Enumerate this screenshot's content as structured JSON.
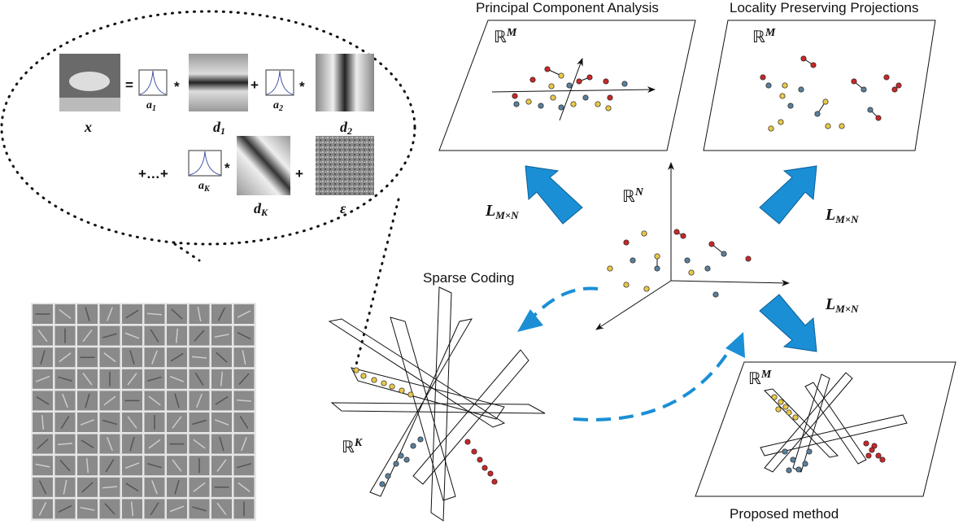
{
  "titles": {
    "pca": "Principal Component Analysis",
    "lpp": "Locality Preserving Projections",
    "sparse": "Sparse Coding",
    "proposed": "Proposed method"
  },
  "spaces": {
    "rm": "ℝ",
    "rm_sup": "M",
    "rn_sup": "N",
    "rk_sup": "K"
  },
  "equation": {
    "x": "x",
    "eq": "=",
    "a1": "a",
    "a1_sub": "1",
    "d1": "d",
    "d1_sub": "1",
    "plus": "+",
    "a2": "a",
    "a2_sub": "2",
    "d2": "d",
    "d2_sub": "2",
    "star": "*",
    "dots": "+…+",
    "ak": "a",
    "ak_sub": "K",
    "dk": "d",
    "dk_sub": "K",
    "eps": "ε"
  },
  "projection": {
    "L": "L",
    "sub": "M×N"
  },
  "colors": {
    "blue": "#1a8fd6",
    "red": "#c8282a",
    "yellow": "#e8c84a",
    "steel": "#5a7f9a"
  }
}
